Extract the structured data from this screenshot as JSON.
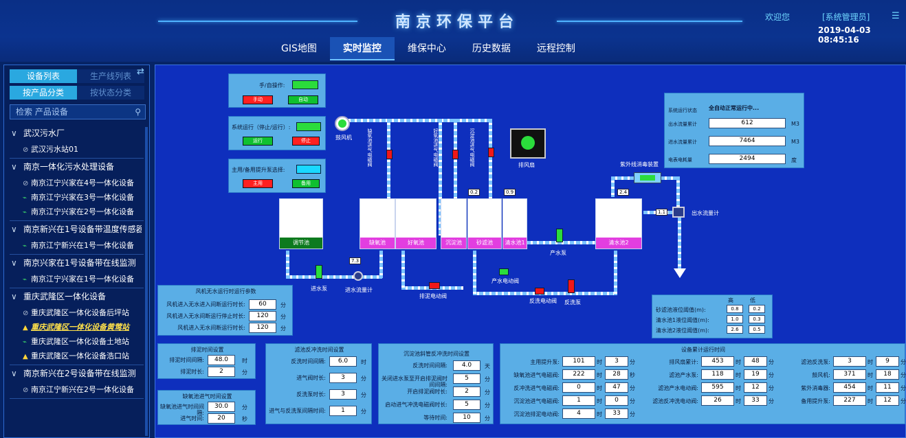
{
  "header": {
    "title": "南京环保平台",
    "welcome": "欢迎您",
    "user": "[系统管理员]",
    "time": "2019-04-03 08:45:16",
    "menu_icon": "☰"
  },
  "nav": [
    "GIS地图",
    "实时监控",
    "维保中心",
    "历史数据",
    "远程控制"
  ],
  "sidebar": {
    "tab1": "设备列表",
    "tab2": "生产线列表",
    "tab3": "按产品分类",
    "tab4": "按状态分类",
    "swap_icon": "⇄",
    "search_placeholder": "检索 产品设备",
    "groups": [
      {
        "label": "武汉污水厂",
        "items": [
          {
            "label": "武汉污水站01",
            "status": "grey"
          }
        ]
      },
      {
        "label": "南京一体化污水处理设备",
        "items": [
          {
            "label": "南京江宁兴家在4号一体化设备",
            "status": "grey"
          },
          {
            "label": "南京江宁兴家在3号一体化设备",
            "status": "green"
          },
          {
            "label": "南京江宁兴家在2号一体化设备",
            "status": "green"
          }
        ]
      },
      {
        "label": "南京新兴在1号设备带温度传感器",
        "items": [
          {
            "label": "南京江宁新兴在1号一体化设备",
            "status": "green"
          }
        ]
      },
      {
        "label": "南京兴家在1号设备带在线监测",
        "items": [
          {
            "label": "南京江宁兴家在1号一体化设备",
            "status": "green"
          }
        ]
      },
      {
        "label": "重庆武隆区一体化设备",
        "items": [
          {
            "label": "重庆武隆区一体化设备后坪站",
            "status": "grey"
          },
          {
            "label": "重庆武隆区一体化设备黄莺站",
            "status": "warn"
          },
          {
            "label": "重庆武隆区一体化设备土地站",
            "status": "green"
          },
          {
            "label": "重庆武隆区一体化设备浩口站",
            "status": "warn"
          }
        ]
      },
      {
        "label": "南京新兴在2号设备带在线监测",
        "items": [
          {
            "label": "南京江宁新兴在2号一体化设备",
            "status": "grey"
          }
        ]
      }
    ]
  },
  "controls": {
    "mode_label": "手/自操作:",
    "manual": "手动",
    "auto": "自动",
    "run_label": "系统运行（停止/运行）:",
    "run": "运行",
    "stop": "停止",
    "pump_label": "主用/备用提升泵选择:",
    "main": "主用",
    "backup": "备用"
  },
  "status_panel": {
    "state_label": "系统运行状态",
    "state": "全自动正常运行中...",
    "rows": [
      {
        "label": "出水流量累计",
        "value": "612",
        "unit": "M3"
      },
      {
        "label": "进水流量累计",
        "value": "7464",
        "unit": "M3"
      },
      {
        "label": "电表电耗量",
        "value": "2494",
        "unit": "度"
      }
    ]
  },
  "process": {
    "tanks": [
      "调节池",
      "缺氧池",
      "好氧池",
      "沉淀池",
      "砂滤池",
      "清水池1",
      "清水池2"
    ],
    "blower": "鼓风机",
    "fan": "排风扇",
    "uv": "紫外线消毒装置",
    "inlet_pump": "进水泵",
    "inlet_flow": "进水流量计",
    "sludge_valve": "排泥电动阀",
    "out_pump": "产水泵",
    "out_valve": "产水电动阀",
    "backwash_valve": "反洗电动阀",
    "backwash_pump": "反洗泵",
    "outlet_flow": "出水流量计",
    "v1": "缺氧池进气电磁阀",
    "v2": "好氧池进气电磁阀",
    "v3": "沉淀池进气电磁阀",
    "tag_02": "0.2",
    "tag_09": "0.9",
    "tag_24": "2.4",
    "tag_11": "1.1",
    "tag_73": "7.3"
  },
  "fan_panel": {
    "title": "风机无水运行时运行参数",
    "rows": [
      {
        "label": "风机进入无水进入间断运行时长:",
        "value": "60",
        "unit": "分"
      },
      {
        "label": "风机进入无水间断运行停止时长:",
        "value": "120",
        "unit": "分"
      },
      {
        "label": "风机进入无水间断运行时长:",
        "value": "120",
        "unit": "分"
      }
    ]
  },
  "sludge_panel": {
    "title": "排泥时间设置",
    "rows": [
      {
        "label": "排泥时间间隔:",
        "value": "48.0",
        "unit": "时"
      },
      {
        "label": "排泥时长:",
        "value": "2",
        "unit": "分"
      }
    ]
  },
  "aer_panel": {
    "title": "缺氧池进气时间设置",
    "rows": [
      {
        "label": "缺氧池进气时间间隔:",
        "value": "30.0",
        "unit": "分"
      },
      {
        "label": "进气时间:",
        "value": "20",
        "unit": "秒"
      }
    ]
  },
  "filter_panel": {
    "title": "滤池反冲洗时间设置",
    "rows": [
      {
        "label": "反洗时间间隔:",
        "value": "6.0",
        "unit": "时"
      },
      {
        "label": "进气阀时长:",
        "value": "3",
        "unit": "分"
      },
      {
        "label": "反洗泵时长:",
        "value": "3",
        "unit": "分"
      },
      {
        "label": "进气与反洗泵间隔时间:",
        "value": "1",
        "unit": "分"
      }
    ]
  },
  "tube_panel": {
    "title": "沉淀池斜管反冲洗时间设置",
    "rows": [
      {
        "label": "反洗时间间隔:",
        "value": "4.0",
        "unit": "天"
      },
      {
        "label": "关闭进水泵至开启排泥阀时间间隔:",
        "value": "5",
        "unit": "分"
      },
      {
        "label": "开启排泥阀时长:",
        "value": "2",
        "unit": "分"
      },
      {
        "label": "启动进气冲洗电磁阀时长:",
        "value": "5",
        "unit": "分"
      },
      {
        "label": "等待时间:",
        "value": "10",
        "unit": "分"
      }
    ]
  },
  "runtime_panel": {
    "title": "设备累计运行时间",
    "cols": [
      [
        {
          "label": "主用提升泵:",
          "h": "101",
          "m": "3"
        },
        {
          "label": "缺氧池进气电磁阀:",
          "h": "222",
          "m": "28",
          "u": "秒"
        },
        {
          "label": "反冲洗进气电磁阀:",
          "h": "0",
          "m": "47"
        },
        {
          "label": "沉淀池进气电磁阀:",
          "h": "1",
          "m": "0"
        },
        {
          "label": "沉淀池排泥电动阀:",
          "h": "4",
          "m": "33"
        }
      ],
      [
        {
          "label": "排风扇累计:",
          "h": "453",
          "m": "48"
        },
        {
          "label": "滤池产水泵:",
          "h": "118",
          "m": "19"
        },
        {
          "label": "滤池产水电动阀:",
          "h": "595",
          "m": "12"
        },
        {
          "label": "滤池反冲洗电动阀:",
          "h": "26",
          "m": "33"
        }
      ],
      [
        {
          "label": "滤池反洗泵:",
          "h": "3",
          "m": "9"
        },
        {
          "label": "鼓风机:",
          "h": "371",
          "m": "18"
        },
        {
          "label": "紫外消毒器:",
          "h": "454",
          "m": "11"
        },
        {
          "label": "备用提升泵:",
          "h": "227",
          "m": "12"
        }
      ]
    ],
    "hour": "时",
    "min": "分"
  },
  "level_panel": {
    "high": "高",
    "low": "低",
    "rows": [
      {
        "label": "砂滤池液位阈值(m):",
        "high": "0.8",
        "low": "0.2"
      },
      {
        "label": "清水池1液位阈值(m):",
        "high": "1.0",
        "low": "0.3"
      },
      {
        "label": "清水池2液位阈值(m):",
        "high": "2.6",
        "low": "0.5"
      }
    ]
  }
}
